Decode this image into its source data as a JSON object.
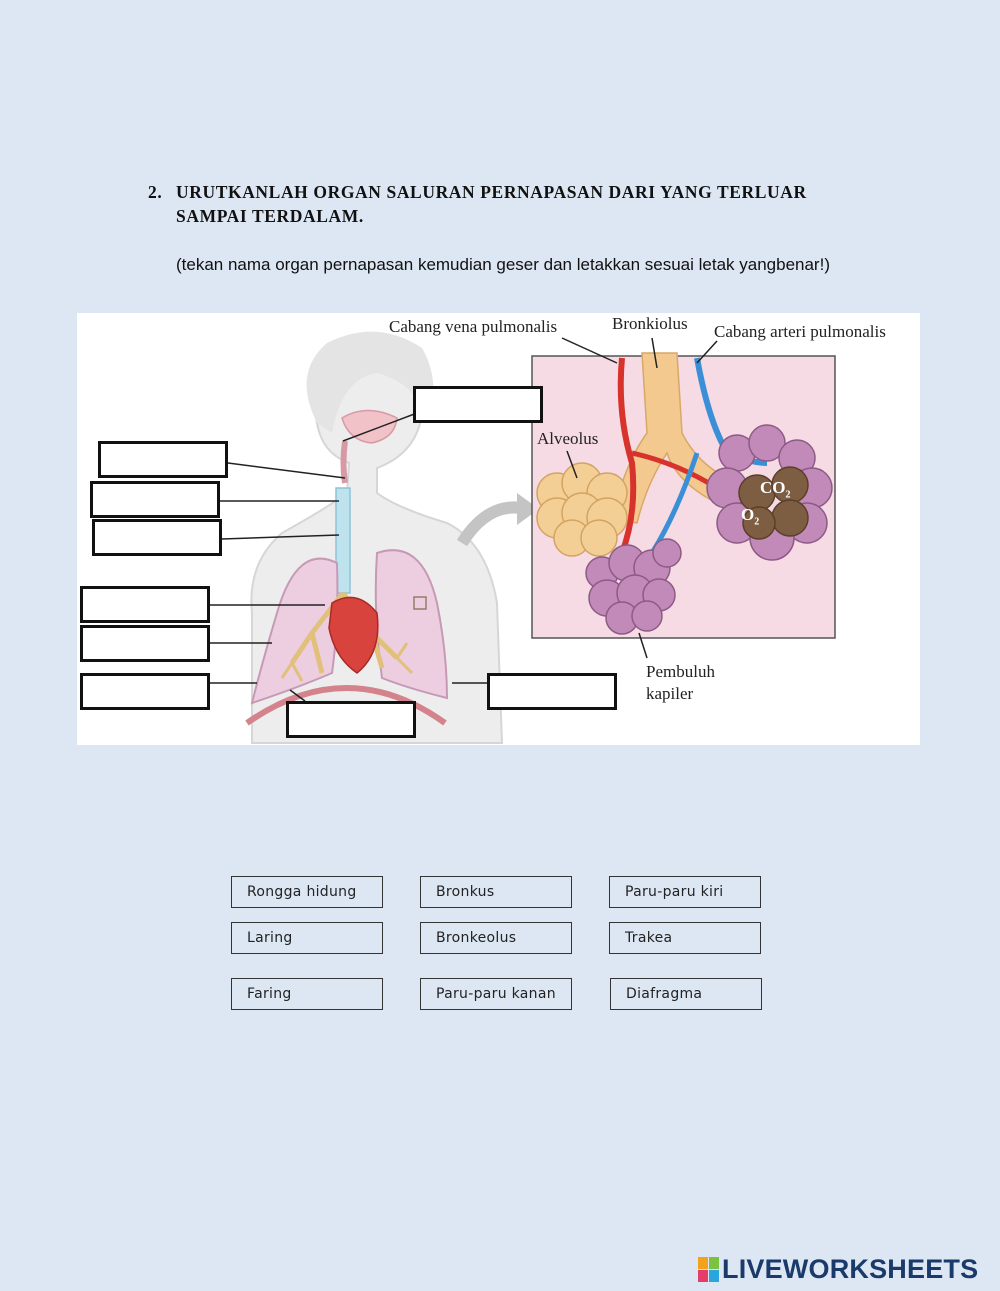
{
  "question": {
    "number": "2.",
    "title": "URUTKANLAH ORGAN SALURAN PERNAPASAN DARI YANG TERLUAR SAMPAI TERDALAM.",
    "instruction": "(tekan nama organ pernapasan kemudian geser dan letakkan sesuai letak yangbenar!)"
  },
  "figure": {
    "labels": {
      "vena": "Cabang vena pulmonalis",
      "bronkiolus": "Bronkiolus",
      "arteri": "Cabang arteri pulmonalis",
      "alveolus": "Alveolus",
      "co2": "CO",
      "co2_sub": "2",
      "o2": "O",
      "o2_sub": "2",
      "kapiler_1": "Pembuluh",
      "kapiler_2": "kapiler"
    },
    "drop_zone_count": 9
  },
  "options": [
    "Rongga hidung",
    "Bronkus",
    "Paru-paru kiri",
    "Laring",
    "Bronkeolus",
    "Trakea",
    "Faring",
    "Paru-paru kanan",
    "Diafragma"
  ],
  "brand": {
    "name": "LIVEWORKSHEETS",
    "colors": [
      "#f2a21b",
      "#7cc242",
      "#e43d6b",
      "#2ba5dd"
    ]
  }
}
